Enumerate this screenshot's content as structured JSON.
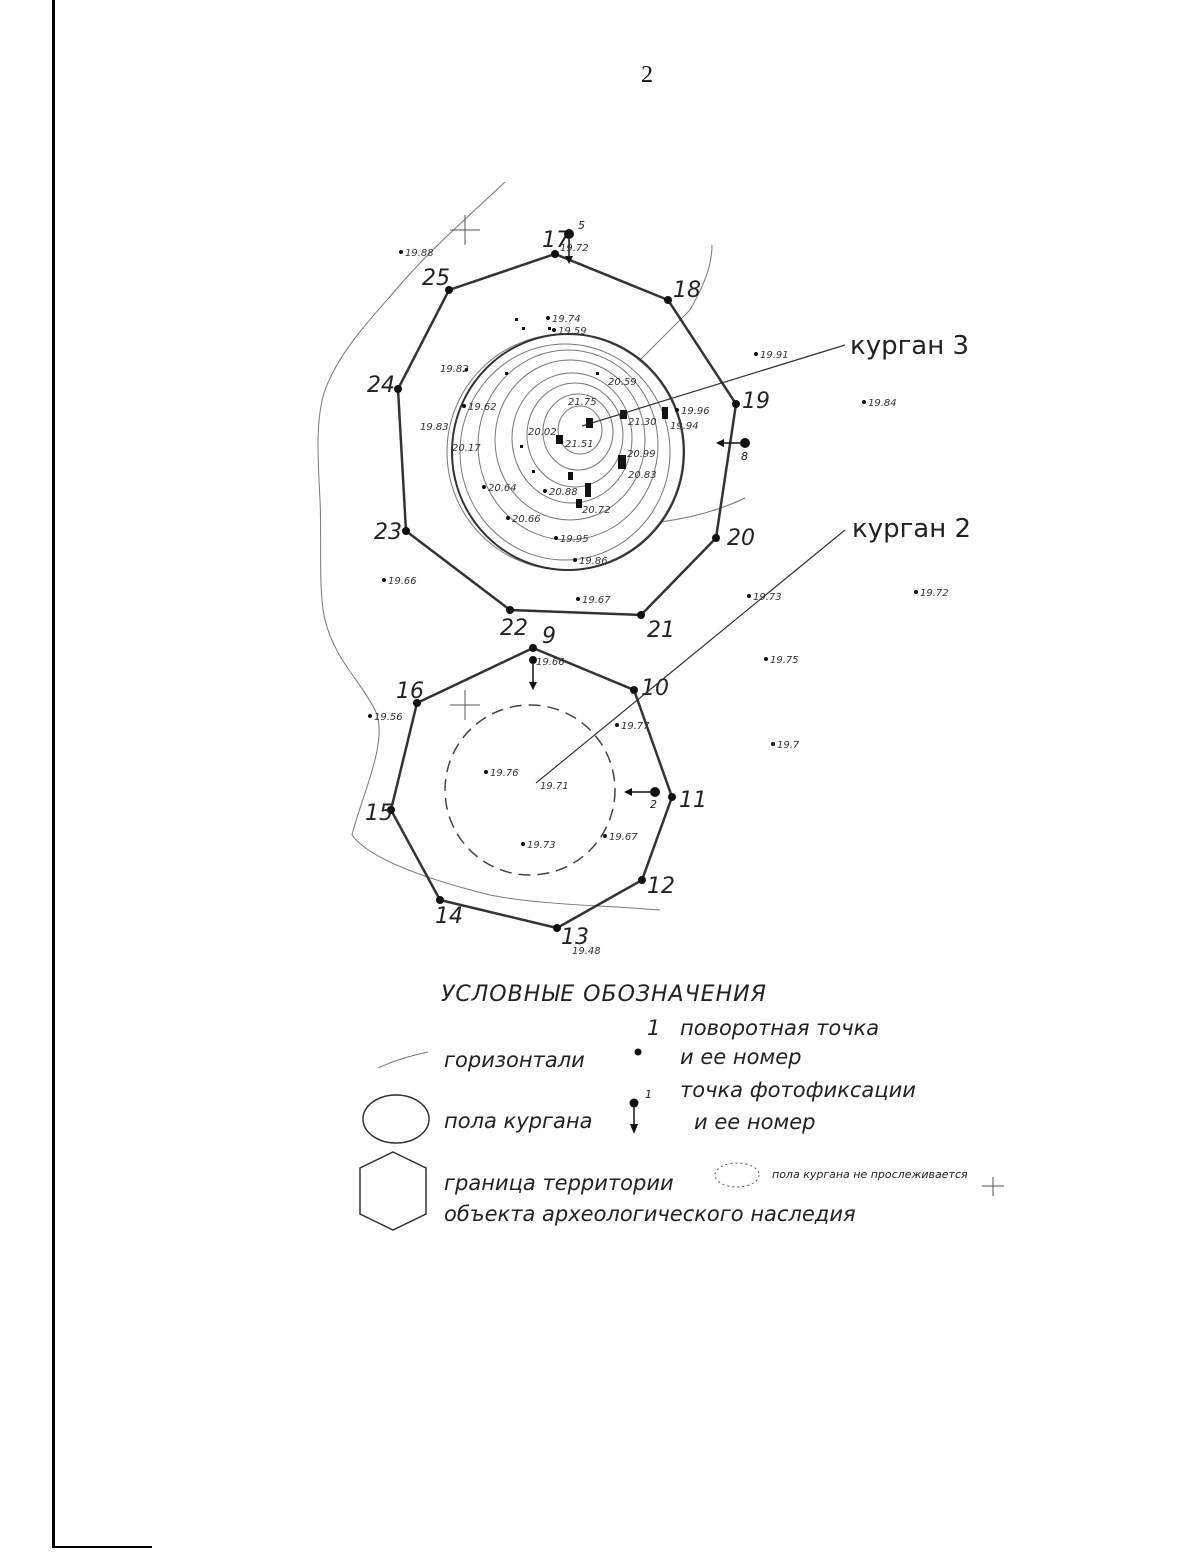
{
  "page": {
    "number": "2"
  },
  "mound3": {
    "label": "курган 3",
    "vertices": [
      "17",
      "18",
      "19",
      "20",
      "21",
      "22",
      "23",
      "24",
      "25"
    ],
    "photo_point": "5",
    "photo_point_east": "8",
    "elevations": [
      "19.88",
      "19.72",
      "19.91",
      "19.84",
      "19.74",
      "19.59",
      "19.82",
      "19.62",
      "19.83",
      "20.17",
      "20.02",
      "21.51",
      "21.30",
      "19.96",
      "19.94",
      "20.99",
      "20.83",
      "20.64",
      "20.88",
      "20.66",
      "20.72",
      "19.95",
      "19.86",
      "19.66",
      "19.67",
      "19.73",
      "19.72",
      "20.59",
      "21.75"
    ]
  },
  "mound2": {
    "label": "курган 2",
    "vertices": [
      "9",
      "10",
      "11",
      "12",
      "13",
      "14",
      "15",
      "16"
    ],
    "photo_point_east": "2",
    "elevations": [
      "19.66",
      "19.56",
      "19.77",
      "19.76",
      "19.71",
      "19.73",
      "19.67",
      "19.48",
      "19.75",
      "19.7"
    ]
  },
  "legend": {
    "title": "УСЛОВНЫЕ ОБОЗНАЧЕНИЯ",
    "contours": "горизонтали",
    "turning_point_num": "1",
    "turning_point_line1": "поворотная точка",
    "turning_point_line2": "и ее номер",
    "photo_point_num": "1",
    "photo_point_line1": "точка фотофиксации",
    "photo_point_line2": "и ее номер",
    "mound_floor": "пола кургана",
    "boundary_line1": "граница территории",
    "boundary_line2": "объекта археологического наследия",
    "mound_not_traced": "пола кургана не прослеживается"
  }
}
